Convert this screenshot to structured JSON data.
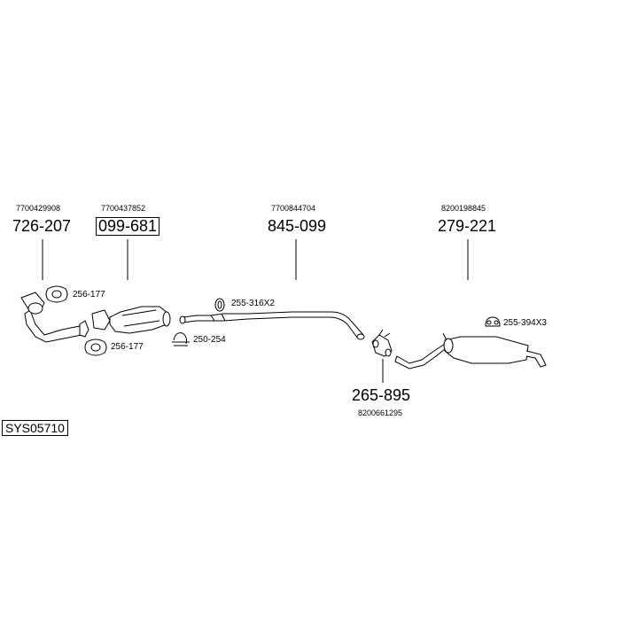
{
  "diagram": {
    "system_code": "SYS05710",
    "parts": [
      {
        "id": "front-pipe",
        "number": "726-207",
        "oem": "7700429908",
        "boxed": false
      },
      {
        "id": "catalyst",
        "number": "099-681",
        "oem": "7700437852",
        "boxed": true
      },
      {
        "id": "middle-pipe",
        "number": "845-099",
        "oem": "7700844704",
        "boxed": false
      },
      {
        "id": "rear-silencer",
        "number": "279-221",
        "oem": "8200198845",
        "boxed": false
      },
      {
        "id": "connector",
        "number": "265-895",
        "oem": "8200661295",
        "boxed": false
      }
    ],
    "fittings": [
      {
        "id": "gasket-a",
        "label": "256-177"
      },
      {
        "id": "gasket-b",
        "label": "256-177"
      },
      {
        "id": "clamp",
        "label": "250-254"
      },
      {
        "id": "rubber-ring",
        "label": "255-316X2"
      },
      {
        "id": "hanger",
        "label": "255-394X3"
      }
    ]
  }
}
